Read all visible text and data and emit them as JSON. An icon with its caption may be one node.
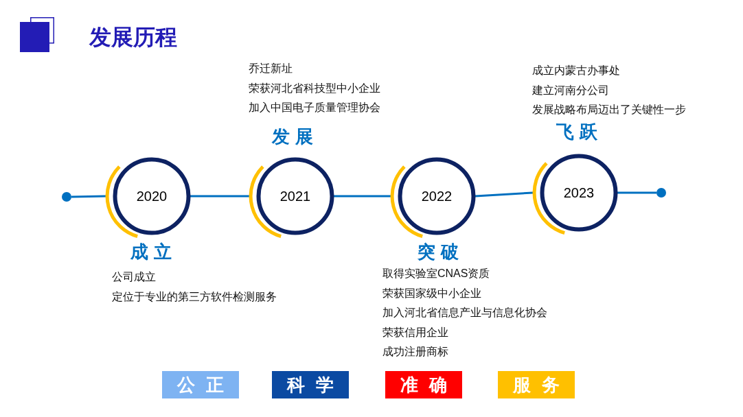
{
  "diagram": {
    "title": "发展历程",
    "nodes": [
      {
        "text": [],
        "shape": "circle"
      },
      {
        "text": [
          "2020"
        ],
        "beside": [
          "成立",
          "公司成立",
          "定位于专业的第三方软件检测服务"
        ]
      },
      {
        "text": [
          "2021"
        ],
        "beside": [
          "发展",
          "乔迁新址",
          "荣获河北省科技型中小企业",
          "加入中国电子质量管理协会"
        ]
      },
      {
        "text": [
          "2022"
        ],
        "beside": [
          "突破",
          "取得实验室CNAS资质",
          "荣获国家级中小企业",
          "加入河北省信息产业与信息化协会",
          "荣获信用企业",
          "成功注册商标"
        ]
      },
      {
        "text": [
          "2023"
        ],
        "beside": [
          "飞跃",
          "成立内蒙古办事处",
          "建立河南分公司",
          "发展战略布局迈出了关键性一步"
        ]
      },
      {
        "text": [],
        "shape": "circle"
      },
      {
        "text": [
          "公正"
        ]
      },
      {
        "text": [
          "科学"
        ]
      },
      {
        "text": [
          "准确"
        ]
      },
      {
        "text": [
          "服务"
        ]
      }
    ],
    "edges": [
      {
        "from": 0,
        "to": 1,
        "arrow": "none"
      },
      {
        "from": 1,
        "to": 2,
        "arrow": "none"
      },
      {
        "from": 2,
        "to": 3,
        "arrow": "none"
      },
      {
        "from": 3,
        "to": 4,
        "arrow": "none"
      },
      {
        "from": 4,
        "to": 5,
        "arrow": "none"
      }
    ]
  }
}
